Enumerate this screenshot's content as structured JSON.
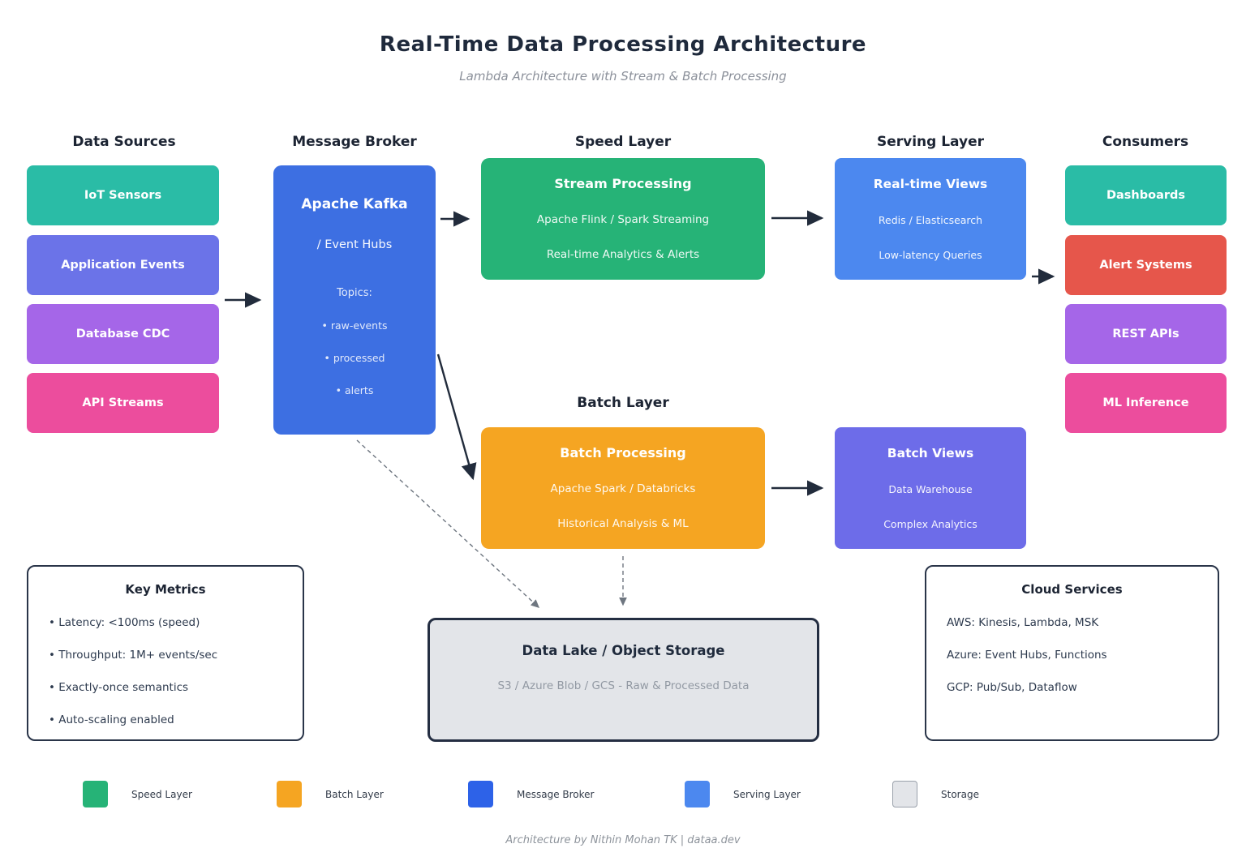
{
  "title": "Real-Time Data Processing Architecture",
  "subtitle": "Lambda Architecture with Stream & Batch Processing",
  "headers": {
    "data_sources": "Data Sources",
    "message_broker": "Message Broker",
    "speed_layer": "Speed Layer",
    "serving_layer": "Serving Layer",
    "consumers": "Consumers",
    "batch_layer": "Batch Layer"
  },
  "data_sources": {
    "items": [
      {
        "label": "IoT Sensors",
        "color": "#2abca6"
      },
      {
        "label": "Application Events",
        "color": "#6b73e8"
      },
      {
        "label": "Database CDC",
        "color": "#a566e8"
      },
      {
        "label": "API Streams",
        "color": "#ec4d9d"
      }
    ]
  },
  "kafka": {
    "title": "Apache Kafka",
    "subtitle": "/ Event Hubs",
    "topics_label": "Topics:",
    "topics": [
      "• raw-events",
      "• processed",
      "• alerts"
    ],
    "color": "#3d6fe2"
  },
  "stream_processing": {
    "title": "Stream Processing",
    "line1": "Apache Flink / Spark Streaming",
    "line2": "Real-time Analytics & Alerts",
    "color": "#26b377"
  },
  "realtime_views": {
    "title": "Real-time Views",
    "line1": "Redis / Elasticsearch",
    "line2": "Low-latency Queries",
    "color": "#4c88ef"
  },
  "batch_processing": {
    "title": "Batch Processing",
    "line1": "Apache Spark / Databricks",
    "line2": "Historical Analysis & ML",
    "color": "#f5a522"
  },
  "batch_views": {
    "title": "Batch Views",
    "line1": "Data Warehouse",
    "line2": "Complex Analytics",
    "color": "#6d6ce9"
  },
  "consumers": {
    "items": [
      {
        "label": "Dashboards",
        "color": "#2abca6"
      },
      {
        "label": "Alert Systems",
        "color": "#e6564b"
      },
      {
        "label": "REST APIs",
        "color": "#a566e8"
      },
      {
        "label": "ML Inference",
        "color": "#ec4d9d"
      }
    ]
  },
  "key_metrics": {
    "title": "Key Metrics",
    "items": [
      "• Latency: <100ms (speed)",
      "• Throughput: 1M+ events/sec",
      "• Exactly-once semantics",
      "• Auto-scaling enabled"
    ]
  },
  "data_lake": {
    "title": "Data Lake / Object Storage",
    "subtitle": "S3 / Azure Blob / GCS - Raw & Processed Data",
    "color": "#e3e5e9"
  },
  "cloud_services": {
    "title": "Cloud Services",
    "items": [
      "AWS: Kinesis, Lambda, MSK",
      "Azure: Event Hubs, Functions",
      "GCP: Pub/Sub, Dataflow"
    ]
  },
  "legend": [
    {
      "label": "Speed Layer",
      "color": "#26b377"
    },
    {
      "label": "Batch Layer",
      "color": "#f5a522"
    },
    {
      "label": "Message Broker",
      "color": "#2d62e8"
    },
    {
      "label": "Serving Layer",
      "color": "#4c88ef"
    },
    {
      "label": "Storage",
      "color": "#e3e5e9"
    }
  ],
  "footer": "Architecture by Nithin Mohan TK | dataa.dev"
}
